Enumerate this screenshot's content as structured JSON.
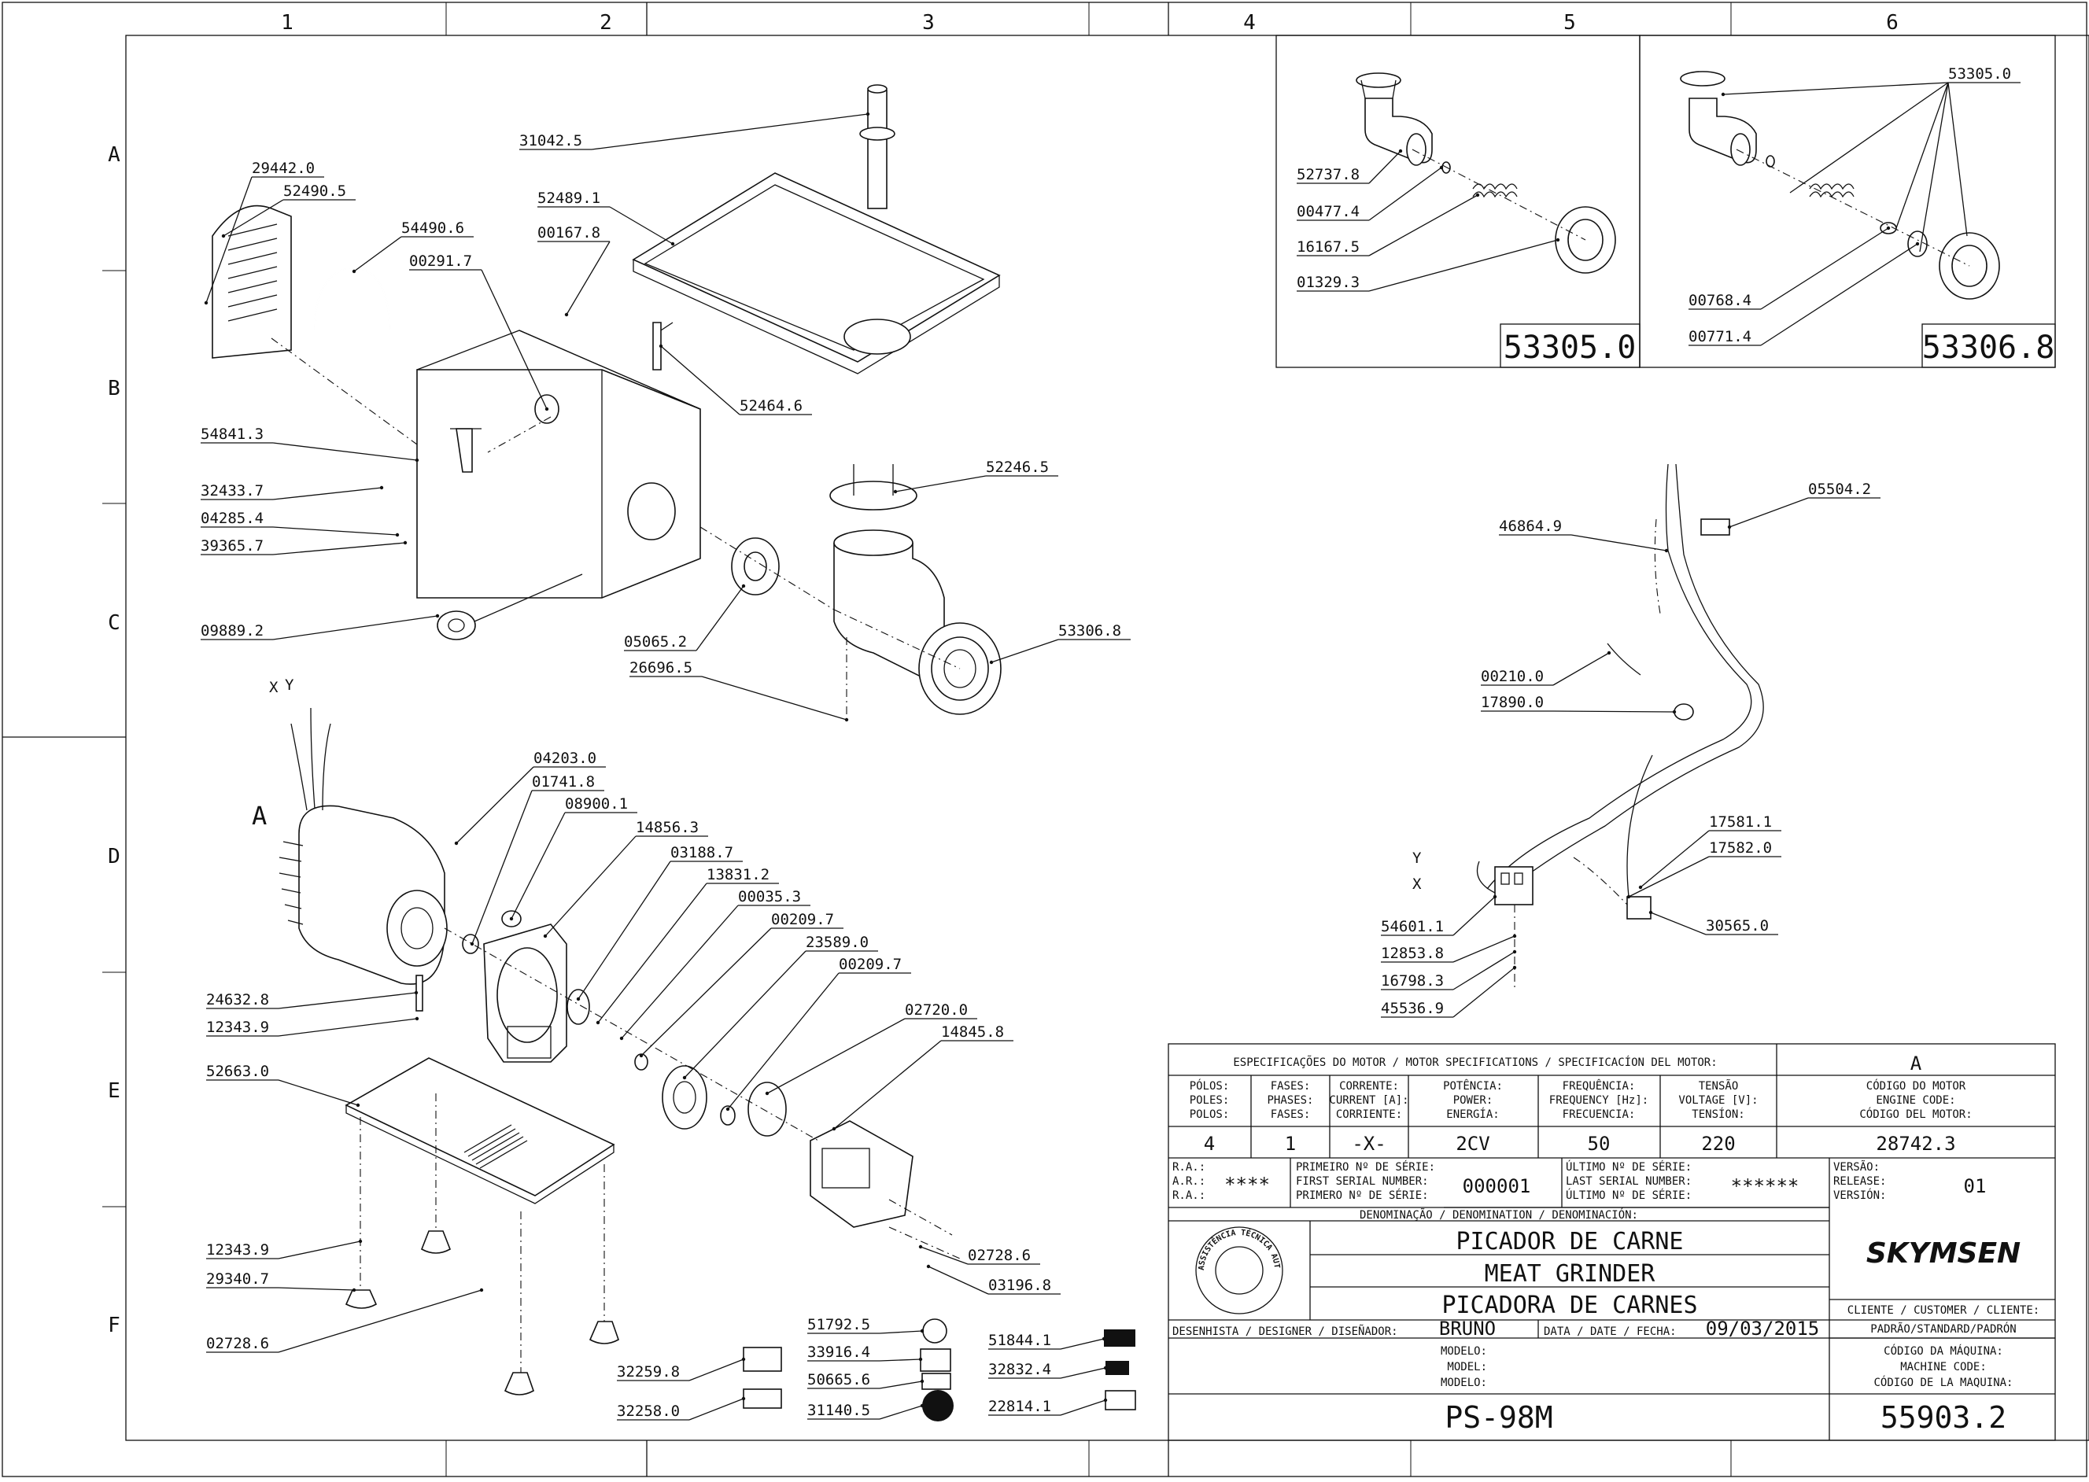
{
  "frame": {
    "columns": [
      "1",
      "2",
      "3",
      "4",
      "5",
      "6"
    ],
    "rows": [
      "A",
      "B",
      "C",
      "D",
      "E",
      "F"
    ]
  },
  "detail_boxes": [
    {
      "id": "53305.0",
      "parts": [
        "52737.8",
        "00477.4",
        "16167.5",
        "01329.3"
      ]
    },
    {
      "id": "53306.8",
      "parts": [
        "53305.0",
        "00768.4",
        "00771.4"
      ]
    }
  ],
  "callouts": {
    "top_left": [
      "29442.0",
      "52490.5",
      "54490.6",
      "00291.7",
      "00167.8",
      "52489.1",
      "31042.5",
      "52464.6",
      "54841.3",
      "32433.7",
      "04285.4",
      "39365.7",
      "09889.2",
      "52246.5",
      "05065.2",
      "26696.5",
      "53306.8"
    ],
    "bottom_left": [
      "04203.0",
      "01741.8",
      "08900.1",
      "14856.3",
      "03188.7",
      "13831.2",
      "00035.3",
      "00209.7",
      "23589.0",
      "00209.7",
      "02720.0",
      "14845.8",
      "24632.8",
      "12343.9",
      "52663.0",
      "12343.9",
      "29340.7",
      "02728.6",
      "02728.6",
      "03196.8"
    ],
    "labels_stickers": [
      "51792.5",
      "33916.4",
      "50665.6",
      "31140.5",
      "51844.1",
      "32832.4",
      "22814.1",
      "32259.8",
      "32258.0"
    ],
    "electrical": [
      "05504.2",
      "46864.9",
      "00210.0",
      "17890.0",
      "17581.1",
      "17582.0",
      "54601.1",
      "30565.0",
      "12853.8",
      "16798.3",
      "45536.9"
    ],
    "motor_letter": "A",
    "axis_x": "X",
    "axis_y": "Y"
  },
  "title_block": {
    "motor_spec_header": "ESPECIFICAÇÕES DO MOTOR / MOTOR SPECIFICATIONS / SPECIFICACÍON DEL MOTOR:",
    "motor_col_header": "A",
    "spec_columns": [
      {
        "l1": "PÓLOS:",
        "l2": "POLES:",
        "l3": "POLOS:",
        "value": "4"
      },
      {
        "l1": "FASES:",
        "l2": "PHASES:",
        "l3": "FASES:",
        "value": "1"
      },
      {
        "l1": "CORRENTE:",
        "l2": "CURRENT [A]:",
        "l3": "CORRIENTE:",
        "value": "-X-"
      },
      {
        "l1": "POTÊNCIA:",
        "l2": "POWER:",
        "l3": "ENERGÍA:",
        "value": "2CV"
      },
      {
        "l1": "FREQUÊNCIA:",
        "l2": "FREQUENCY [Hz]:",
        "l3": "FRECUENCIA:",
        "value": "50"
      },
      {
        "l1": "TENSÃO",
        "l2": "VOLTAGE [V]:",
        "l3": "TENSÍON:",
        "value": "220"
      }
    ],
    "engine_code": {
      "l1": "CÓDIGO DO MOTOR",
      "l2": "ENGINE CODE:",
      "l3": "CÓDIGO DEL MOTOR:",
      "value": "28742.3"
    },
    "ra_labels": [
      "R.A.:",
      "A.R.:",
      "R.A.:"
    ],
    "ra_value": "****",
    "first_serial": {
      "l1": "PRIMEIRO Nº DE SÉRIE:",
      "l2": "FIRST SERIAL NUMBER:",
      "l3": "PRIMERO Nº DE SÉRIE:",
      "value": "000001"
    },
    "last_serial": {
      "l1": "ÚLTIMO Nº DE SÉRIE:",
      "l2": "LAST SERIAL NUMBER:",
      "l3": "ÚLTIMO Nº DE SÉRIE:",
      "value": "******"
    },
    "version": {
      "l1": "VERSÃO:",
      "l2": "RELEASE:",
      "l3": "VERSIÓN:",
      "value": "01"
    },
    "denomination_header": "DENOMINAÇÃO / DENOMINATION / DENOMINACIÓN:",
    "names": [
      "PICADOR DE CARNE",
      "MEAT GRINDER",
      "PICADORA DE CARNES"
    ],
    "seal_text": "ASSISTÊNCIA TÉCNICA AUTORIZADA",
    "brand": "SKYMSEN",
    "client_label": "CLIENTE / CUSTOMER / CLIENTE:",
    "client_value": "PADRÃO/STANDARD/PADRÓN",
    "designer_label": "DESENHISTA / DESIGNER / DISEÑADOR:",
    "designer_value": "BRUNO",
    "date_label": "DATA / DATE / FECHA:",
    "date_value": "09/03/2015",
    "model_labels": [
      "MODELO:",
      "MODEL:",
      "MODELO:"
    ],
    "model_value": "PS-98M",
    "machine_code_labels": [
      "CÓDIGO DA MÁQUINA:",
      "MACHINE CODE:",
      "CÓDIGO DE LA MAQUINA:"
    ],
    "machine_code_value": "55903.2"
  }
}
